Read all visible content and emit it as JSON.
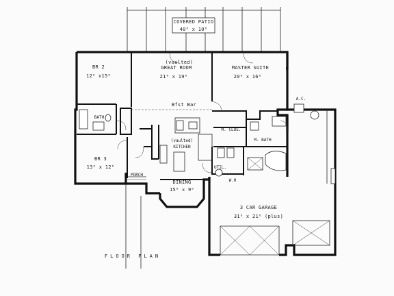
{
  "rooms": {
    "covered_patio": {
      "name": "COVERED PATIO",
      "size": "40⁰ x 10⁰"
    },
    "br2": {
      "name": "BR 2",
      "size": "12⁰ x15⁰"
    },
    "great_room": {
      "note": "(vaulted)",
      "name": "GREAT ROOM",
      "size": "21⁰ x 19⁰"
    },
    "master_suite": {
      "name": "MASTER SUITE",
      "size": "20⁰ x 16⁰"
    },
    "bath": {
      "name": "BATH"
    },
    "bfst_bar": {
      "name": "Bfst Bar"
    },
    "kitchen": {
      "note": "(vaulted)",
      "name": "KITCHEN"
    },
    "m_clos": {
      "name": "M. CLOS."
    },
    "m_bath": {
      "name": "M. BATH"
    },
    "br3": {
      "name": "BR 3",
      "size": "13⁰ x 12⁰"
    },
    "util": {
      "name": "UTIL."
    },
    "wh": {
      "name": "W.H"
    },
    "ac": {
      "name": "A.C."
    },
    "porch": {
      "name": "PORCH"
    },
    "dining": {
      "name": "DINING",
      "size": "15⁰ x 9⁰"
    },
    "garage": {
      "name": "3 CAR GARAGE",
      "size": "31⁰ x 21⁰ (plus)"
    }
  },
  "caption": "FLOOR PLAN"
}
